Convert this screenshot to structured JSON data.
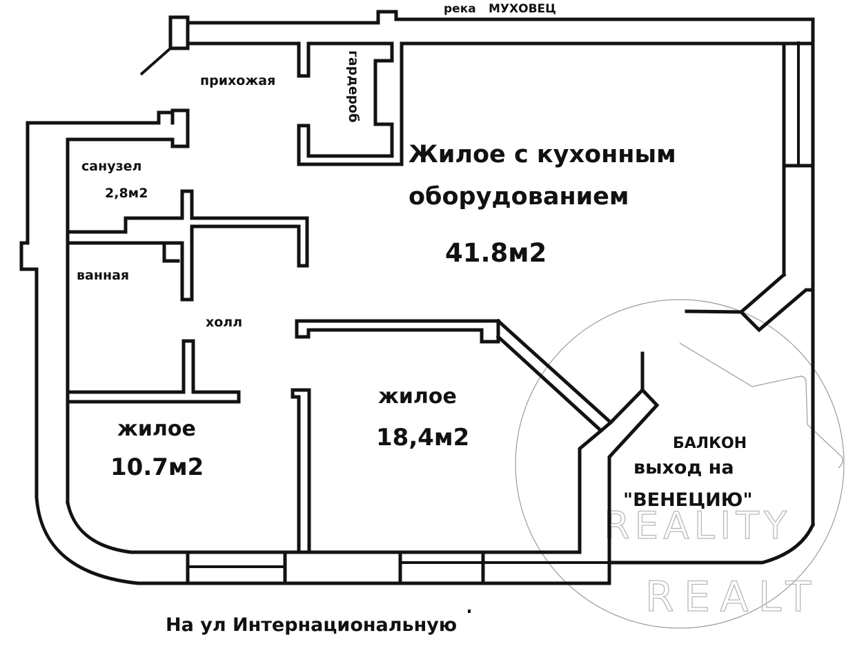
{
  "title": "Floor plan",
  "orientation": {
    "river": {
      "prefix": "река",
      "name": "МУХОВЕЦ"
    },
    "street": "На ул Интернациональную"
  },
  "rooms": {
    "hallway_entry": {
      "name": "прихожая"
    },
    "wardrobe": {
      "name": "гардероб"
    },
    "living_kitchen": {
      "name_line1": "Жилое с кухонным",
      "name_line2": "оборудованием",
      "area": "41.8м2"
    },
    "toilet": {
      "name": "санузел",
      "area": "2,8м2"
    },
    "bathroom": {
      "name": "ванная"
    },
    "hall": {
      "name": "холл"
    },
    "bedroom_small": {
      "name": "жилое",
      "area": "10.7м2"
    },
    "bedroom_large": {
      "name": "жилое",
      "area": "18,4м2"
    },
    "balcony": {
      "name": "БАЛКОН",
      "note_line1": "выход на",
      "note_line2": "\"ВЕНЕЦИЮ\""
    }
  },
  "watermark": {
    "line1": "REALITY",
    "line2": "REALT"
  },
  "colors": {
    "wall": "#0f1412",
    "background": "#ffffff",
    "watermark": "#b8b8b8"
  }
}
